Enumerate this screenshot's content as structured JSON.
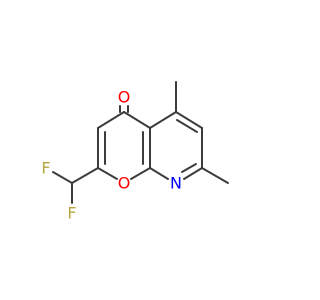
{
  "atoms": {
    "carbonyl_oxygen": {
      "symbol": "O",
      "color": "#ff0000"
    },
    "ring_oxygen": {
      "symbol": "O",
      "color": "#ff0000"
    },
    "ring_nitrogen": {
      "symbol": "N",
      "color": "#0000ff"
    },
    "fluorine_upper": {
      "symbol": "F",
      "color": "#b5a642"
    },
    "fluorine_lower": {
      "symbol": "F",
      "color": "#b5a642"
    }
  },
  "bond_color": "#3c3c3c",
  "background_color": "#ffffff"
}
